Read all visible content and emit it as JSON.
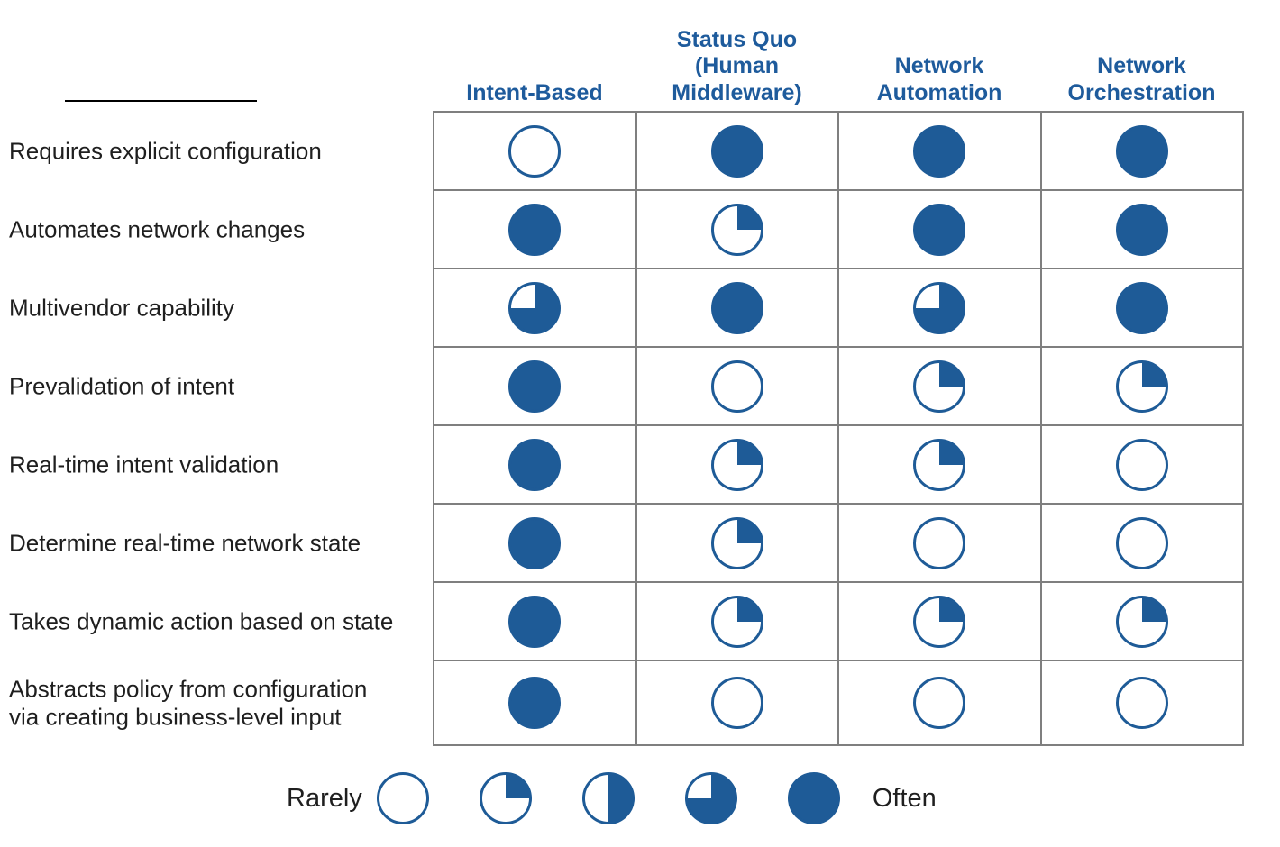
{
  "colors": {
    "ball_blue": "#1e5b97",
    "header_blue": "#1e5b9c",
    "grid_gray": "#7f7f7f",
    "text_dark": "#1f1f1f",
    "underline_black": "#000000"
  },
  "columns": [
    {
      "label": "Intent-Based"
    },
    {
      "label": "Status Quo\n(Human\nMiddleware)"
    },
    {
      "label": "Network\nAutomation"
    },
    {
      "label": "Network\nOrchestration"
    }
  ],
  "legend": {
    "low_label": "Rarely",
    "high_label": "Often",
    "scale": [
      0,
      0.25,
      0.5,
      0.75,
      1
    ]
  },
  "chart_data": {
    "type": "table",
    "subtype": "harvey-ball-comparison-matrix",
    "title": "",
    "categories": [
      "Intent-Based",
      "Status Quo (Human Middleware)",
      "Network Automation",
      "Network Orchestration"
    ],
    "value_encoding": "fraction of circle filled, clockwise from top; 0 = Rarely, 1 = Often",
    "rows": [
      {
        "label": "Requires explicit configuration",
        "values": [
          0,
          1,
          1,
          1
        ]
      },
      {
        "label": "Automates network changes",
        "values": [
          1,
          0.25,
          1,
          1
        ]
      },
      {
        "label": "Multivendor capability",
        "values": [
          0.75,
          1,
          0.75,
          1
        ]
      },
      {
        "label": "Prevalidation of intent",
        "values": [
          1,
          0,
          0.25,
          0.25
        ]
      },
      {
        "label": "Real-time intent validation",
        "values": [
          1,
          0.25,
          0.25,
          0
        ]
      },
      {
        "label": "Determine real-time network state",
        "values": [
          1,
          0.25,
          0,
          0
        ]
      },
      {
        "label": "Takes dynamic action based on state",
        "values": [
          1,
          0.25,
          0.25,
          0.25
        ]
      },
      {
        "label": "Abstracts policy from configuration\nvia creating business-level input",
        "values": [
          1,
          0,
          0,
          0
        ]
      }
    ],
    "legend": {
      "min_label": "Rarely",
      "max_label": "Often",
      "levels": [
        0,
        0.25,
        0.5,
        0.75,
        1
      ],
      "position": "bottom"
    }
  }
}
